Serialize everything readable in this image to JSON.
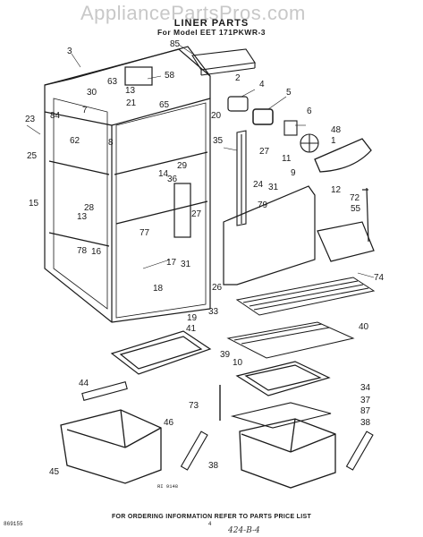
{
  "watermark": "AppliancePartsPros.com",
  "header": {
    "title": "LINER PARTS",
    "subtitle": "For Model EET 171PKWR-3"
  },
  "footer": {
    "ordering_note": "FOR ORDERING INFORMATION REFER TO PARTS PRICE LIST",
    "doc_code": "869155",
    "page_number": "4",
    "handwritten_note": "424-B-4",
    "ref_code": "RI 9148"
  },
  "callouts": [
    "3",
    "85",
    "58",
    "2",
    "4",
    "5",
    "30",
    "63",
    "13",
    "21",
    "65",
    "20",
    "6",
    "84",
    "7",
    "62",
    "8",
    "35",
    "27",
    "48",
    "1",
    "23",
    "11",
    "9",
    "25",
    "29",
    "14",
    "36",
    "24",
    "31",
    "12",
    "15",
    "28",
    "13",
    "79",
    "72",
    "55",
    "77",
    "27",
    "78",
    "16",
    "17",
    "26",
    "31",
    "74",
    "18",
    "19",
    "33",
    "41",
    "40",
    "39",
    "10",
    "34",
    "44",
    "37",
    "87",
    "73",
    "46",
    "38",
    "45",
    "38"
  ]
}
